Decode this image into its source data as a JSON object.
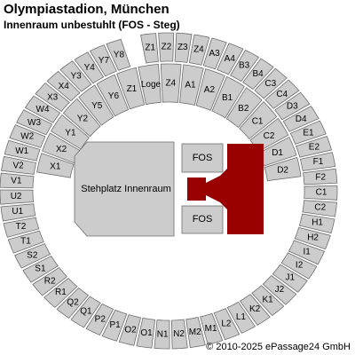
{
  "header": {
    "title": "Olympiastadion, München",
    "subtitle": "Innenraum unbestuhlt (FOS - Steg)"
  },
  "footer": {
    "copyright": "© 2010-2025 ePassage24 GmbH"
  },
  "colors": {
    "block": "#cccccc",
    "block_stroke": "#6e6e6e",
    "stage": "#990000",
    "background": "#ffffff"
  },
  "outer_ring": [
    "Z1",
    "Z2",
    "Z3",
    "Z4",
    "A3",
    "A4",
    "B3",
    "B4",
    "C3",
    "C4",
    "D3",
    "D4",
    "E1",
    "E2",
    "F1",
    "F2",
    "C1",
    "C2",
    "H1",
    "H2",
    "I1",
    "I2",
    "J1",
    "J2",
    "K1",
    "K2",
    "L1",
    "L2",
    "M1",
    "M2",
    "N2",
    "N1",
    "O1",
    "O2",
    "P1",
    "P2",
    "Q1",
    "Q2",
    "R1",
    "R2",
    "S1",
    "S2",
    "T1",
    "T2",
    "U1",
    "U2",
    "V1",
    "V2",
    "W1",
    "W2",
    "W3",
    "W4",
    "X3",
    "X4",
    "Y3",
    "Y4",
    "Y7",
    "Y8"
  ],
  "inner_ring": [
    "Z1",
    "Loge",
    "Z4",
    "A1",
    "A2",
    "B1",
    "B2",
    "C1",
    "C2",
    "D1",
    "D2",
    "X1",
    "X2",
    "Y1",
    "Y2",
    "Y5",
    "Y6"
  ],
  "field": {
    "standing": "Stehplatz Innenraum",
    "fos_top": "FOS",
    "fos_bottom": "FOS"
  }
}
